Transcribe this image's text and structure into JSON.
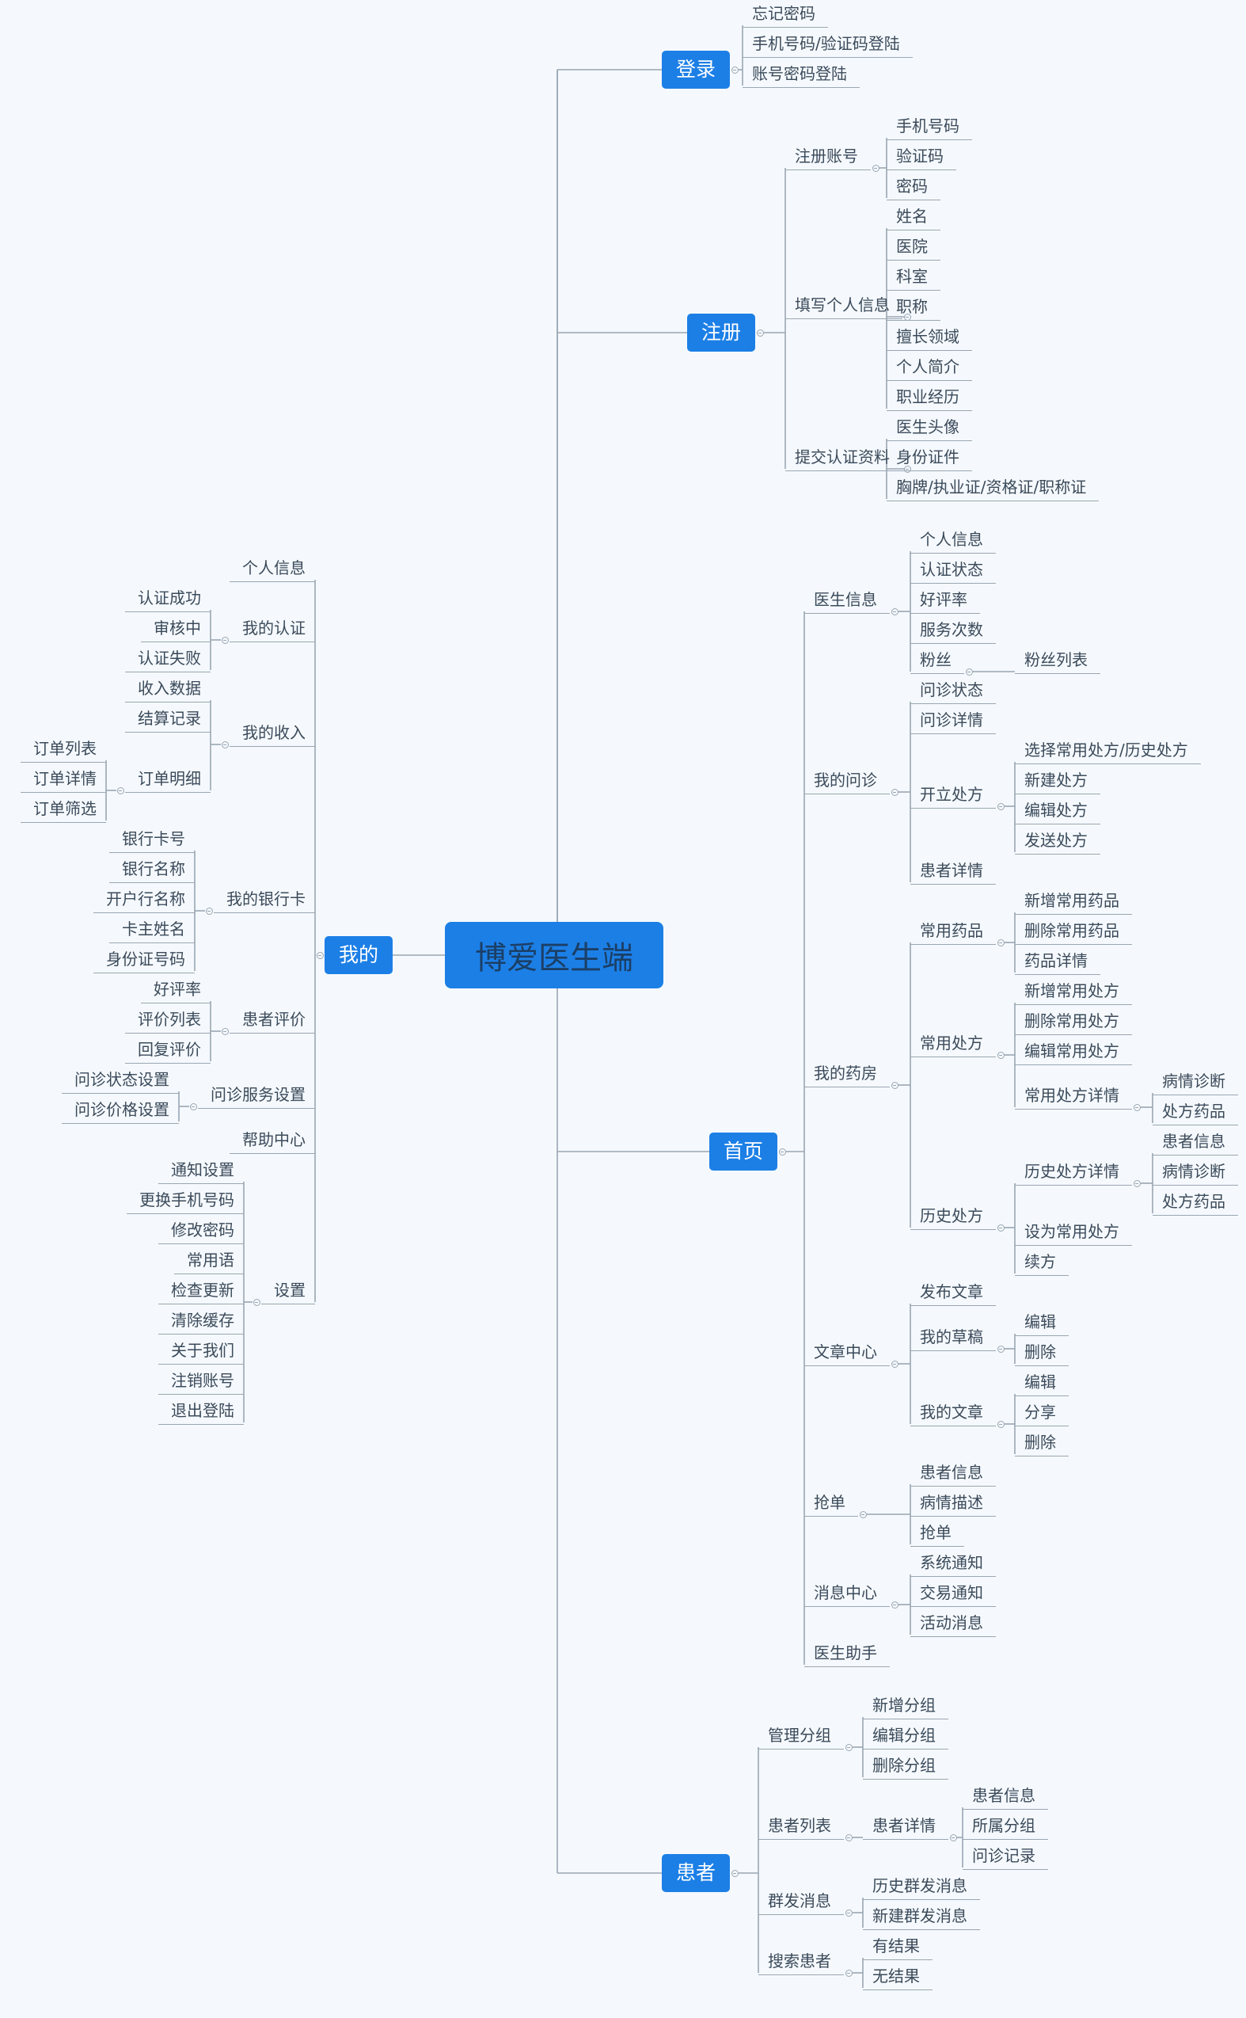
{
  "root": "博爱医生端",
  "right": [
    {
      "label": "登录",
      "children": [
        {
          "label": "忘记密码"
        },
        {
          "label": "手机号码/验证码登陆"
        },
        {
          "label": "账号密码登陆"
        }
      ]
    },
    {
      "label": "注册",
      "children": [
        {
          "label": "注册账号",
          "children": [
            {
              "label": "手机号码"
            },
            {
              "label": "验证码"
            },
            {
              "label": "密码"
            }
          ]
        },
        {
          "label": "填写个人信息",
          "children": [
            {
              "label": "姓名"
            },
            {
              "label": "医院"
            },
            {
              "label": "科室"
            },
            {
              "label": "职称"
            },
            {
              "label": "擅长领域"
            },
            {
              "label": "个人简介"
            },
            {
              "label": "职业经历"
            }
          ]
        },
        {
          "label": "提交认证资料",
          "children": [
            {
              "label": "医生头像"
            },
            {
              "label": "身份证件"
            },
            {
              "label": "胸牌/执业证/资格证/职称证"
            }
          ]
        }
      ]
    },
    {
      "label": "首页",
      "children": [
        {
          "label": "医生信息",
          "children": [
            {
              "label": "个人信息"
            },
            {
              "label": "认证状态"
            },
            {
              "label": "好评率"
            },
            {
              "label": "服务次数"
            },
            {
              "label": "粉丝",
              "children": [
                {
                  "label": "粉丝列表"
                }
              ]
            }
          ]
        },
        {
          "label": "我的问诊",
          "children": [
            {
              "label": "问诊状态"
            },
            {
              "label": "问诊详情"
            },
            {
              "label": "开立处方",
              "children": [
                {
                  "label": "选择常用处方/历史处方"
                },
                {
                  "label": "新建处方"
                },
                {
                  "label": "编辑处方"
                },
                {
                  "label": "发送处方"
                }
              ]
            },
            {
              "label": "患者详情"
            }
          ]
        },
        {
          "label": "我的药房",
          "children": [
            {
              "label": "常用药品",
              "children": [
                {
                  "label": "新增常用药品"
                },
                {
                  "label": "删除常用药品"
                },
                {
                  "label": "药品详情"
                }
              ]
            },
            {
              "label": "常用处方",
              "children": [
                {
                  "label": "新增常用处方"
                },
                {
                  "label": "删除常用处方"
                },
                {
                  "label": "编辑常用处方"
                },
                {
                  "label": "常用处方详情",
                  "children": [
                    {
                      "label": "病情诊断"
                    },
                    {
                      "label": "处方药品"
                    }
                  ]
                }
              ]
            },
            {
              "label": "历史处方",
              "children": [
                {
                  "label": "历史处方详情",
                  "children": [
                    {
                      "label": "患者信息"
                    },
                    {
                      "label": "病情诊断"
                    },
                    {
                      "label": "处方药品"
                    }
                  ]
                },
                {
                  "label": "设为常用处方"
                },
                {
                  "label": "续方"
                }
              ]
            }
          ]
        },
        {
          "label": "文章中心",
          "children": [
            {
              "label": "发布文章"
            },
            {
              "label": "我的草稿",
              "children": [
                {
                  "label": "编辑"
                },
                {
                  "label": "删除"
                }
              ]
            },
            {
              "label": "我的文章",
              "children": [
                {
                  "label": "编辑"
                },
                {
                  "label": "分享"
                },
                {
                  "label": "删除"
                }
              ]
            }
          ]
        },
        {
          "label": "抢单",
          "children": [
            {
              "label": "患者信息"
            },
            {
              "label": "病情描述"
            },
            {
              "label": "抢单"
            }
          ]
        },
        {
          "label": "消息中心",
          "children": [
            {
              "label": "系统通知"
            },
            {
              "label": "交易通知"
            },
            {
              "label": "活动消息"
            }
          ]
        },
        {
          "label": "医生助手"
        }
      ]
    },
    {
      "label": "患者",
      "children": [
        {
          "label": "管理分组",
          "children": [
            {
              "label": "新增分组"
            },
            {
              "label": "编辑分组"
            },
            {
              "label": "删除分组"
            }
          ]
        },
        {
          "label": "患者列表",
          "children": [
            {
              "label": "患者详情",
              "children": [
                {
                  "label": "患者信息"
                },
                {
                  "label": "所属分组"
                },
                {
                  "label": "问诊记录"
                }
              ]
            }
          ]
        },
        {
          "label": "群发消息",
          "children": [
            {
              "label": "历史群发消息"
            },
            {
              "label": "新建群发消息"
            }
          ]
        },
        {
          "label": "搜索患者",
          "children": [
            {
              "label": "有结果"
            },
            {
              "label": "无结果"
            }
          ]
        }
      ]
    }
  ],
  "left": [
    {
      "label": "我的",
      "children": [
        {
          "label": "个人信息"
        },
        {
          "label": "我的认证",
          "children": [
            {
              "label": "认证成功"
            },
            {
              "label": "审核中"
            },
            {
              "label": "认证失败"
            }
          ]
        },
        {
          "label": "我的收入",
          "children": [
            {
              "label": "收入数据"
            },
            {
              "label": "结算记录"
            },
            {
              "label": "订单明细",
              "children": [
                {
                  "label": "订单列表"
                },
                {
                  "label": "订单详情"
                },
                {
                  "label": "订单筛选"
                }
              ]
            }
          ]
        },
        {
          "label": "我的银行卡",
          "children": [
            {
              "label": "银行卡号"
            },
            {
              "label": "银行名称"
            },
            {
              "label": "开户行名称"
            },
            {
              "label": "卡主姓名"
            },
            {
              "label": "身份证号码"
            }
          ]
        },
        {
          "label": "患者评价",
          "children": [
            {
              "label": "好评率"
            },
            {
              "label": "评价列表"
            },
            {
              "label": "回复评价"
            }
          ]
        },
        {
          "label": "问诊服务设置",
          "children": [
            {
              "label": "问诊状态设置"
            },
            {
              "label": "问诊价格设置"
            }
          ]
        },
        {
          "label": "帮助中心"
        },
        {
          "label": "设置",
          "children": [
            {
              "label": "通知设置"
            },
            {
              "label": "更换手机号码"
            },
            {
              "label": "修改密码"
            },
            {
              "label": "常用语"
            },
            {
              "label": "检查更新"
            },
            {
              "label": "清除缓存"
            },
            {
              "label": "关于我们"
            },
            {
              "label": "注销账号"
            },
            {
              "label": "退出登陆"
            }
          ]
        }
      ]
    }
  ]
}
